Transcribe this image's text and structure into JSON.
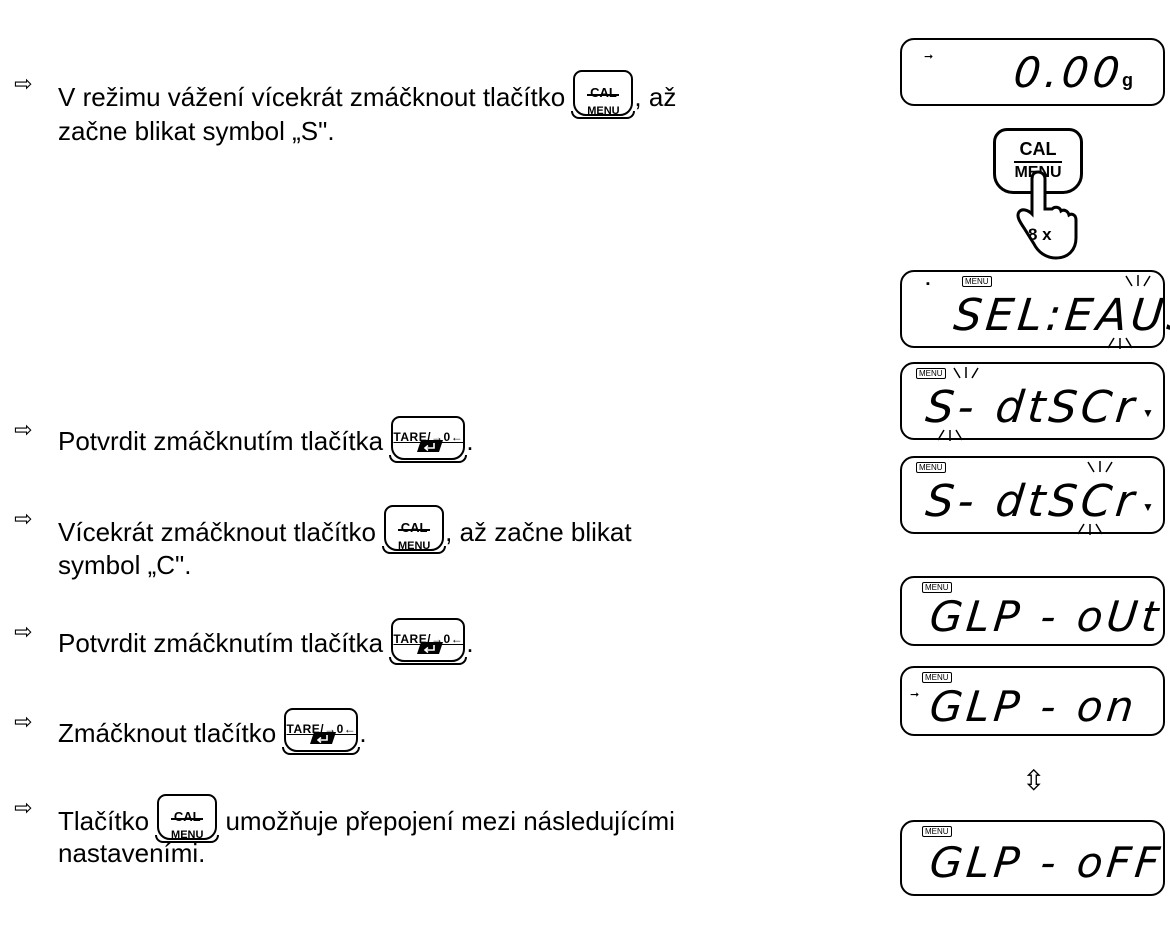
{
  "instructions": [
    {
      "line1_before": "V režimu vážení vícekrát zmáčknout tlačítko ",
      "key": "CAL/MENU",
      "line1_after": ", až",
      "line2": "začne  blikat symbol „S\"."
    },
    {
      "line1_before": "Potvrdit zmáčknutím tlačítka ",
      "key": "TARE",
      "line1_after": "."
    },
    {
      "line1_before": "Vícekrát zmáčknout tlačítko ",
      "key": "CAL/MENU",
      "line1_after": ", až začne blikat",
      "line2": "symbol „C\"."
    },
    {
      "line1_before": "Potvrdit zmáčknutím tlačítka ",
      "key": "TARE",
      "line1_after": "."
    },
    {
      "line1_before": "Zmáčknout tlačítko ",
      "key": "TARE",
      "line1_after": "."
    },
    {
      "line1_before": "Tlačítko ",
      "key": "CAL/MENU",
      "line1_after": " umožňuje přepojení mezi následujícími",
      "line2": "nastaveními."
    }
  ],
  "keys": {
    "cal_top": "CAL",
    "cal_bottom": "MENU",
    "tare_top": "TARE/→0←"
  },
  "press_count": "8 x",
  "toggle_symbol": "⇳",
  "displays": [
    {
      "text": "0.00",
      "unit": "g"
    },
    {
      "text": "SEL:EAUS",
      "menu": "MENU"
    },
    {
      "text": "S- dtSCr",
      "menu": "MENU"
    },
    {
      "text": "S- dtSCr",
      "menu": "MENU"
    },
    {
      "text": "GLP - oUt",
      "menu": "MENU"
    },
    {
      "text": "GLP - on",
      "menu": "MENU"
    },
    {
      "text": "GLP - oFF",
      "menu": "MENU"
    }
  ]
}
